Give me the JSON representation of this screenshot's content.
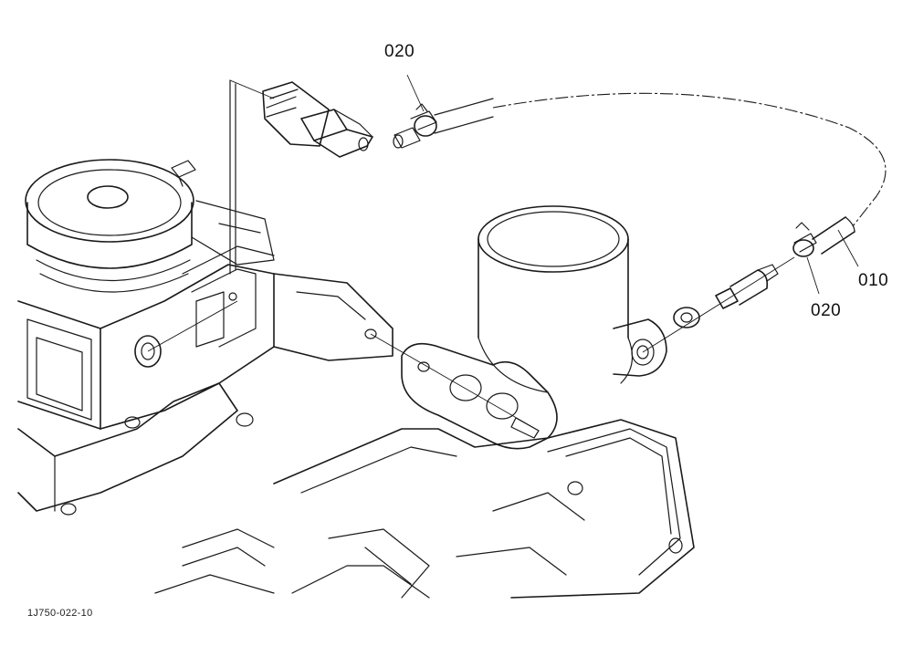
{
  "figure": {
    "callouts": {
      "clamp_top": "020",
      "clamp_bottom": "020",
      "hose": "010"
    },
    "figure_code": "1J750-022-10"
  }
}
